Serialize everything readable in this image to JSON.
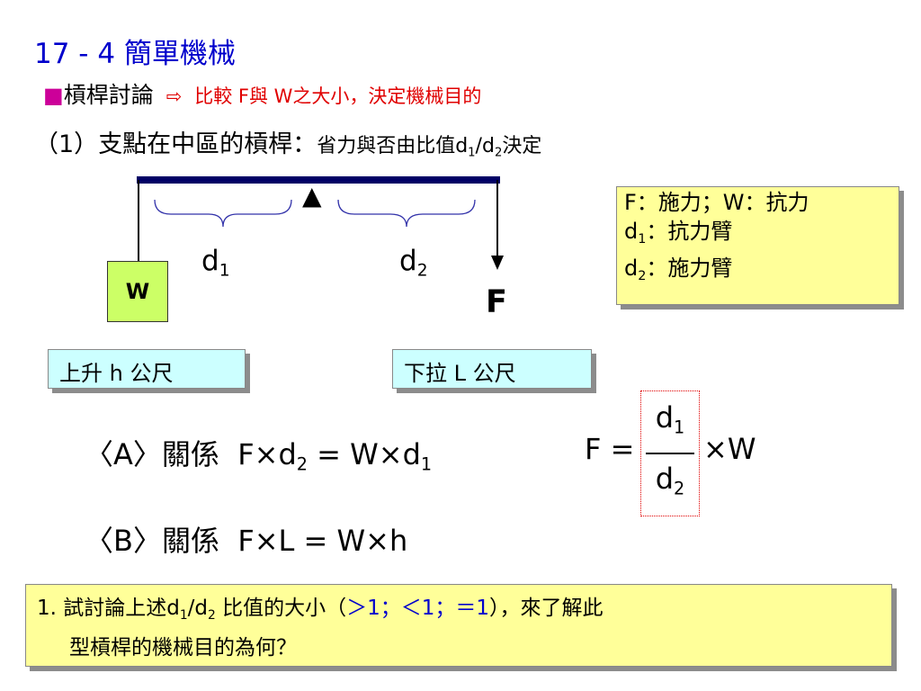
{
  "title": "17 - 4  簡單機械",
  "section": {
    "bullet": "■",
    "label": "槓桿討論",
    "arrow": "⇨",
    "note": "比較 F與 W之大小，決定機械目的"
  },
  "subheading": {
    "number": "（1）",
    "main": "支點在中區的槓桿：",
    "detail_pre": "省力與否由比值d",
    "detail_sub1": "1",
    "detail_mid": "/d",
    "detail_sub2": "2",
    "detail_post": "決定"
  },
  "diagram": {
    "weight_label": "W",
    "d1": "d",
    "d1_sub": "1",
    "d2": "d",
    "d2_sub": "2",
    "force_label": "F",
    "fulcrum_symbol": "▲",
    "left_tag": "上升  h 公尺",
    "right_tag": "下拉  L 公尺"
  },
  "legend": {
    "line1": "F：施力；W：抗力",
    "line2_pre": "d",
    "line2_sub": "1",
    "line2_post": "：抗力臂",
    "line3_pre": "d",
    "line3_sub": "2",
    "line3_post": "：施力臂"
  },
  "relations": {
    "a_label": "〈A〉關係",
    "a_eq_pre": "F×d",
    "a_eq_sub1": "2",
    "a_eq_mid": " = W×d",
    "a_eq_sub2": "1",
    "frac_lhs": "F =",
    "frac_num": "d",
    "frac_num_sub": "1",
    "frac_den": "d",
    "frac_den_sub": "2",
    "frac_rhs": "×W",
    "b_label": "〈B〉關係",
    "b_eq": "F×L = W×h"
  },
  "question": {
    "number": "1.",
    "pre": "試討論上述d",
    "sub1": "1",
    "mid": "/d",
    "sub2": "2",
    "post": " 比值的大小（",
    "opt": "＞1；＜1；＝1",
    "end": "），來了解此",
    "line2": "型槓桿的機械目的為何？"
  },
  "colors": {
    "title": "#0000cc",
    "note": "#e00000",
    "lever": "#000066",
    "arm_brace": "#3333aa",
    "legend_bg": "#ffff99",
    "tag_bg": "#ccffff",
    "weight_bg": "#ccff66"
  }
}
